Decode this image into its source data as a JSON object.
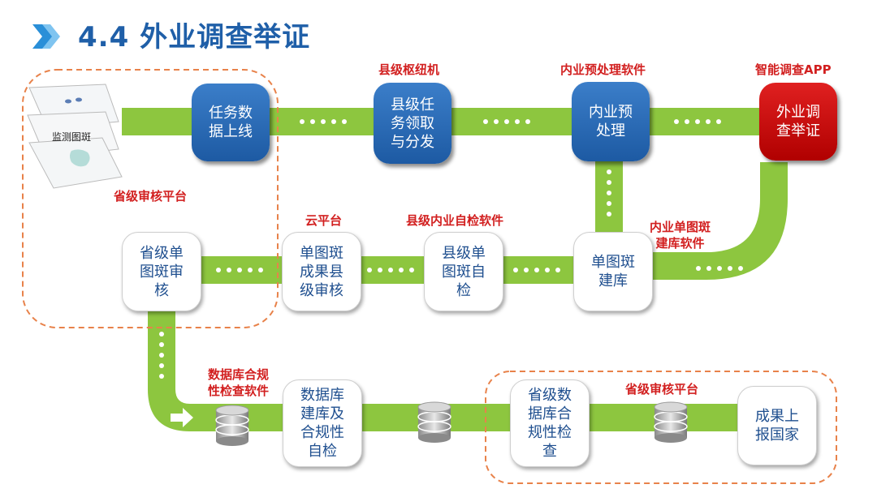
{
  "title": "4.4 外业调查举证",
  "monitor_label": "监测图斑",
  "nodes": {
    "task_online": "任务数\n据上线",
    "county_dispatch": "县级任\n务领取\n与分发",
    "preprocess": "内业预\n处理",
    "field_survey": "外业调\n查举证",
    "build_db": "单图斑\n建库",
    "self_check": "县级单\n图斑自\n检",
    "county_review": "单图斑\n成果县\n级审核",
    "province_review": "省级单\n图斑审\n核",
    "db_check": "数据库\n建库及\n合规性\n自检",
    "province_db_check": "省级数\n据库合\n规性检\n查",
    "report": "成果上\n报国家"
  },
  "labels": {
    "county_hub": "县级枢纽机",
    "preprocess_sw": "内业预处理软件",
    "app": "智能调查APP",
    "province_platform_top": "省级审核平台",
    "cloud": "云平台",
    "self_check_sw": "县级内业自检软件",
    "build_sw": "内业单图斑\n建库软件",
    "compliance_sw": "数据库合规\n性检查软件",
    "province_platform_bottom": "省级审核平台"
  },
  "icons": [
    "chevron-right-icon",
    "map-layers-icon",
    "database-icon",
    "arrow-right-icon"
  ],
  "colors": {
    "flow": "#8dc63f",
    "node_blue": "#1d5aa3",
    "node_red": "#c00000",
    "label_red": "#d22020",
    "dashed_box": "#e8824a",
    "title": "#1f5fa8"
  }
}
